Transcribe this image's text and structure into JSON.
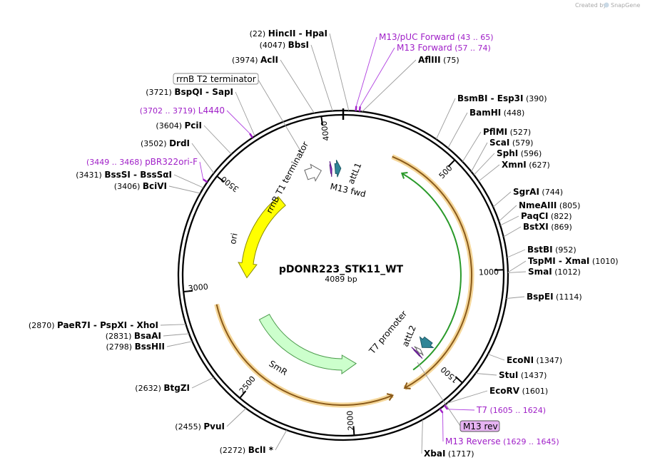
{
  "credit": {
    "text": "Created by",
    "brand": "SnapGene"
  },
  "plasmid": {
    "name": "pDONR223_STK11_WT",
    "length": 4089,
    "length_label": "4089 bp"
  },
  "ticks": [
    {
      "bp": 500,
      "label": "500"
    },
    {
      "bp": 1000,
      "label": "1000"
    },
    {
      "bp": 1500,
      "label": "1500"
    },
    {
      "bp": 2000,
      "label": "2000"
    },
    {
      "bp": 2500,
      "label": "2500"
    },
    {
      "bp": 3000,
      "label": "3000"
    },
    {
      "bp": 3500,
      "label": "3500"
    },
    {
      "bp": 4000,
      "label": "4000"
    }
  ],
  "features": [
    {
      "name": "ori",
      "start": 3050,
      "end": 3640,
      "dir": -1,
      "fill": "#ffff00",
      "stroke": "#8a8a00",
      "label": "ori"
    },
    {
      "name": "SmR",
      "start": 1950,
      "end": 2750,
      "dir": -1,
      "fill": "#ccffcc",
      "stroke": "#4a9a4a",
      "label": "SmR"
    },
    {
      "name": "rrnB T1 terminator",
      "start": 3860,
      "end": 3955,
      "dir": 1,
      "fill": "#ffffff",
      "stroke": "#666666",
      "label": "rrnB T1 terminator"
    },
    {
      "name": "attL1",
      "start": 4040,
      "end": 4075,
      "dir": 1,
      "fill": "#2f8597",
      "stroke": "#1d5a66",
      "label": "attL1"
    },
    {
      "name": "attL2",
      "start": 1445,
      "end": 1505,
      "dir": 1,
      "fill": "#2f8597",
      "stroke": "#1d5a66",
      "label": "attL2"
    },
    {
      "name": "T7 promoter",
      "start": 1520,
      "end": 1540,
      "dir": -1,
      "fill": "#ffffff",
      "stroke": "#666666",
      "label": "T7 promoter"
    },
    {
      "name": "M13 fwd",
      "start": 4010,
      "end": 4020,
      "dir": 1,
      "fill": "#9b30d9",
      "stroke": "#5a1a80",
      "label": "M13 fwd"
    },
    {
      "name": "M13 rev",
      "start": 1545,
      "end": 1552,
      "dir": -1,
      "fill": "#9b30d9",
      "stroke": "#5a1a80",
      "label": ""
    }
  ],
  "orfs": [
    {
      "start": 255,
      "end": 1720,
      "dir": 1,
      "color": "#ebbd62"
    },
    {
      "start": 340,
      "end": 1630,
      "dir": -1,
      "color": "#2a9a2a"
    },
    {
      "start": 1790,
      "end": 2920,
      "dir": -1,
      "color": "#ebbd62"
    }
  ],
  "sites": [
    {
      "pos": 22,
      "name": "HincII",
      "name2": "HpaI",
      "pos_text": "(22)"
    },
    {
      "pos": 4047,
      "name": "BbsI",
      "pos_text": "(4047)"
    },
    {
      "pos": 3974,
      "name": "AclI",
      "pos_text": "(3974)"
    },
    {
      "pos": 3721,
      "name": "BspQI",
      "name2": "SapI",
      "pos_text": "(3721)"
    },
    {
      "pos": 3604,
      "name": "PciI",
      "pos_text": "(3604)"
    },
    {
      "pos": 3502,
      "name": "DrdI",
      "pos_text": "(3502)"
    },
    {
      "pos": 3431,
      "name": "BssSI",
      "name2": "BssSαI",
      "pos_text": "(3431)"
    },
    {
      "pos": 3406,
      "name": "BciVI",
      "pos_text": "(3406)"
    },
    {
      "pos": 2870,
      "name": "PaeR7I",
      "name2": "PspXI",
      "name3": "XhoI",
      "pos_text": "(2870)"
    },
    {
      "pos": 2831,
      "name": "BsaAI",
      "pos_text": "(2831)"
    },
    {
      "pos": 2798,
      "name": "BssHII",
      "pos_text": "(2798)"
    },
    {
      "pos": 2632,
      "name": "BtgZI",
      "pos_text": "(2632)"
    },
    {
      "pos": 2455,
      "name": "PvuI",
      "pos_text": "(2455)"
    },
    {
      "pos": 2272,
      "name": "BclI *",
      "pos_text": "(2272)"
    },
    {
      "pos": 75,
      "name": "AflIII",
      "pos_text": "(75)"
    },
    {
      "pos": 390,
      "name": "BsmBI",
      "name2": "Esp3I",
      "pos_text": "(390)"
    },
    {
      "pos": 448,
      "name": "BamHI",
      "pos_text": "(448)"
    },
    {
      "pos": 527,
      "name": "PflMI",
      "pos_text": "(527)"
    },
    {
      "pos": 579,
      "name": "ScaI",
      "pos_text": "(579)"
    },
    {
      "pos": 596,
      "name": "SphI",
      "pos_text": "(596)"
    },
    {
      "pos": 627,
      "name": "XmnI",
      "pos_text": "(627)"
    },
    {
      "pos": 744,
      "name": "SgrAI",
      "pos_text": "(744)"
    },
    {
      "pos": 805,
      "name": "NmeAIII",
      "pos_text": "(805)"
    },
    {
      "pos": 822,
      "name": "PaqCI",
      "pos_text": "(822)"
    },
    {
      "pos": 869,
      "name": "BstXI",
      "pos_text": "(869)"
    },
    {
      "pos": 952,
      "name": "BstBI",
      "pos_text": "(952)"
    },
    {
      "pos": 1010,
      "name": "TspMI",
      "name2": "XmaI",
      "pos_text": "(1010)"
    },
    {
      "pos": 1012,
      "name": "SmaI",
      "pos_text": "(1012)"
    },
    {
      "pos": 1114,
      "name": "BspEI",
      "pos_text": "(1114)"
    },
    {
      "pos": 1347,
      "name": "EcoNI",
      "pos_text": "(1347)"
    },
    {
      "pos": 1437,
      "name": "StuI",
      "pos_text": "(1437)"
    },
    {
      "pos": 1601,
      "name": "EcoRV",
      "pos_text": "(1601)"
    },
    {
      "pos": 1717,
      "name": "XbaI",
      "pos_text": "(1717)"
    }
  ],
  "primers": [
    {
      "pos": 50,
      "name": "M13/pUC Forward",
      "range": "(43 .. 65)"
    },
    {
      "pos": 65,
      "name": "M13 Forward",
      "range": "(57 .. 74)"
    },
    {
      "pos": 3710,
      "name": "L4440",
      "range": "(3702 .. 3719)"
    },
    {
      "pos": 3458,
      "name": "pBR322ori-F",
      "range": "(3449 .. 3468)"
    },
    {
      "pos": 1614,
      "name": "T7",
      "range": "(1605 .. 1624)"
    },
    {
      "pos": 1637,
      "name": "M13 Reverse",
      "range": "(1629 .. 1645)"
    }
  ],
  "boxed_labels": {
    "rrnb_t2": "rrnB T2 terminator",
    "m13_rev": "M13 rev"
  },
  "colors": {
    "backbone": "#000000",
    "primer": "#a020c8",
    "m13rev_box_fill": "#e6b3f2",
    "orf_casing": "#f5d79a"
  }
}
